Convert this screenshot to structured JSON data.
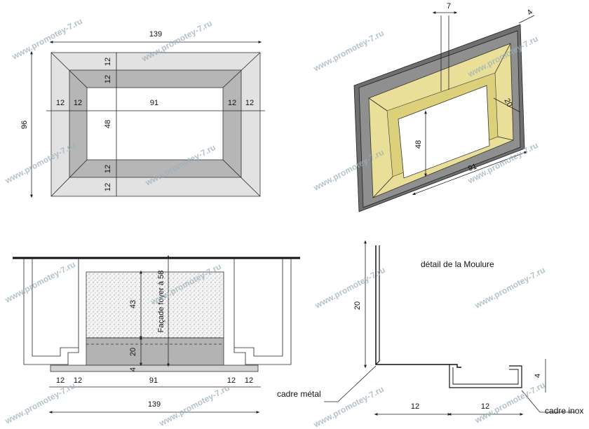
{
  "front_view": {
    "width": "139",
    "height": "96",
    "frame_top": "12",
    "frame_top_inner": "12",
    "frame_bottom_inner": "12",
    "frame_bottom": "12",
    "left_outer": "12",
    "left_inner": "12",
    "opening_width": "91",
    "opening_height": "48",
    "right_inner": "12",
    "right_outer": "12"
  },
  "iso_view": {
    "depth": "7",
    "thickness": "4",
    "bevel": "20",
    "opening_height": "48",
    "opening_width": "91"
  },
  "section_view": {
    "insert_height": "43",
    "facade_label": "Façade foyer à 58",
    "base_height": "20",
    "plinth": "4",
    "left_outer": "12",
    "left_inner": "12",
    "middle": "91",
    "right_inner": "12",
    "right_outer": "12",
    "total": "139"
  },
  "moulding_detail": {
    "title": "détail de la Moulure",
    "height": "20",
    "lip": "4",
    "width_left": "12",
    "width_right": "12",
    "label_metal": "cadre métal",
    "label_inox": "cadre inox"
  },
  "watermark": "www.promotey-7.ru",
  "colors": {
    "frame_light": "#e4e4e4",
    "frame_mid": "#b5b5b5",
    "frame_dark": "#6e6e6e",
    "bevel_yellow": "#eadf98",
    "stipple": "#f0f0f0"
  }
}
